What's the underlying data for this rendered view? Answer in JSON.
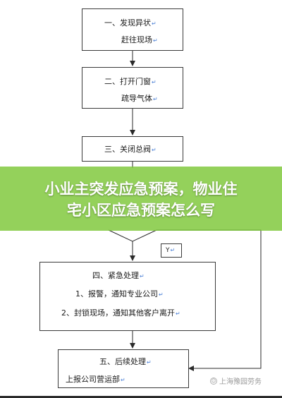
{
  "steps": {
    "s1": {
      "line1": "一、发现异状",
      "line2": "赶往现场"
    },
    "s2": {
      "line1": "二、打开门窗",
      "line2": "疏导气体"
    },
    "s3": {
      "line1": "三、关闭总阀"
    },
    "s4": {
      "line1": "四、紧急处理",
      "line2": "1、报警，通知专业公司",
      "line3": "2、封锁现场，通知其他客户离开"
    },
    "s5": {
      "line1": "五、后续处理",
      "line2": "上报公司营运部"
    }
  },
  "branch_label": "Y",
  "paragraph_mark": "↵",
  "banner": {
    "line1": "小业主突发应急预案，物业住",
    "line2": "宅小区应急预案怎么写"
  },
  "watermark": {
    "icon": "wechat-icon",
    "text": "上海豫园劳务"
  }
}
